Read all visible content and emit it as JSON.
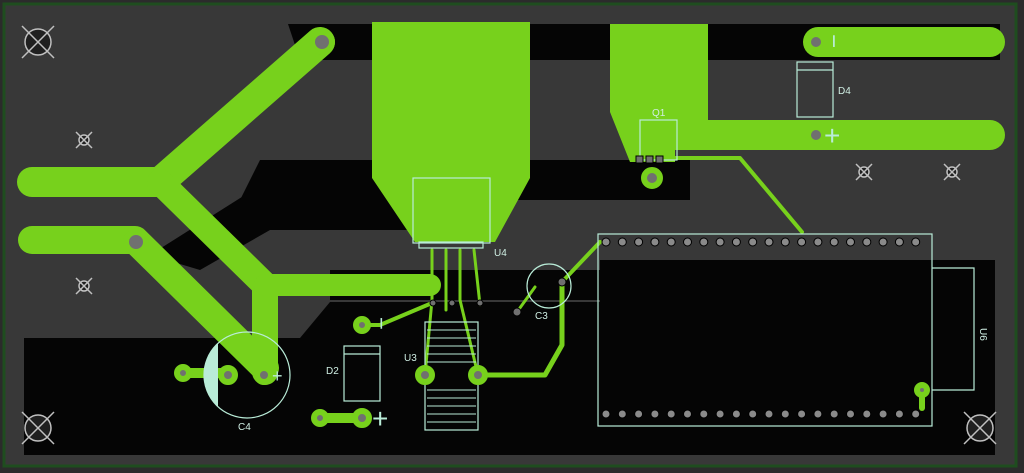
{
  "board": {
    "colors": {
      "background": "#2b2b2b",
      "ground_plane": "#383838",
      "dark_region": "#050505",
      "copper": "#77d11c",
      "silkscreen": "#b9ecd8",
      "outline": "#1f4d1f",
      "pad": "#909090"
    }
  },
  "components": {
    "q1": "Q1",
    "d4": "D4",
    "u4": "U4",
    "u3": "U3",
    "c3": "C3",
    "d2": "D2",
    "c4": "C4",
    "u6": "U6"
  },
  "polarity": {
    "d4_minus": "−",
    "d4_plus": "+",
    "c4_plus": "+",
    "minus_left": "−",
    "plus_bottom": "+"
  },
  "icons": {
    "mounting_hole": "x-cross-hole-icon",
    "via": "via-icon"
  }
}
